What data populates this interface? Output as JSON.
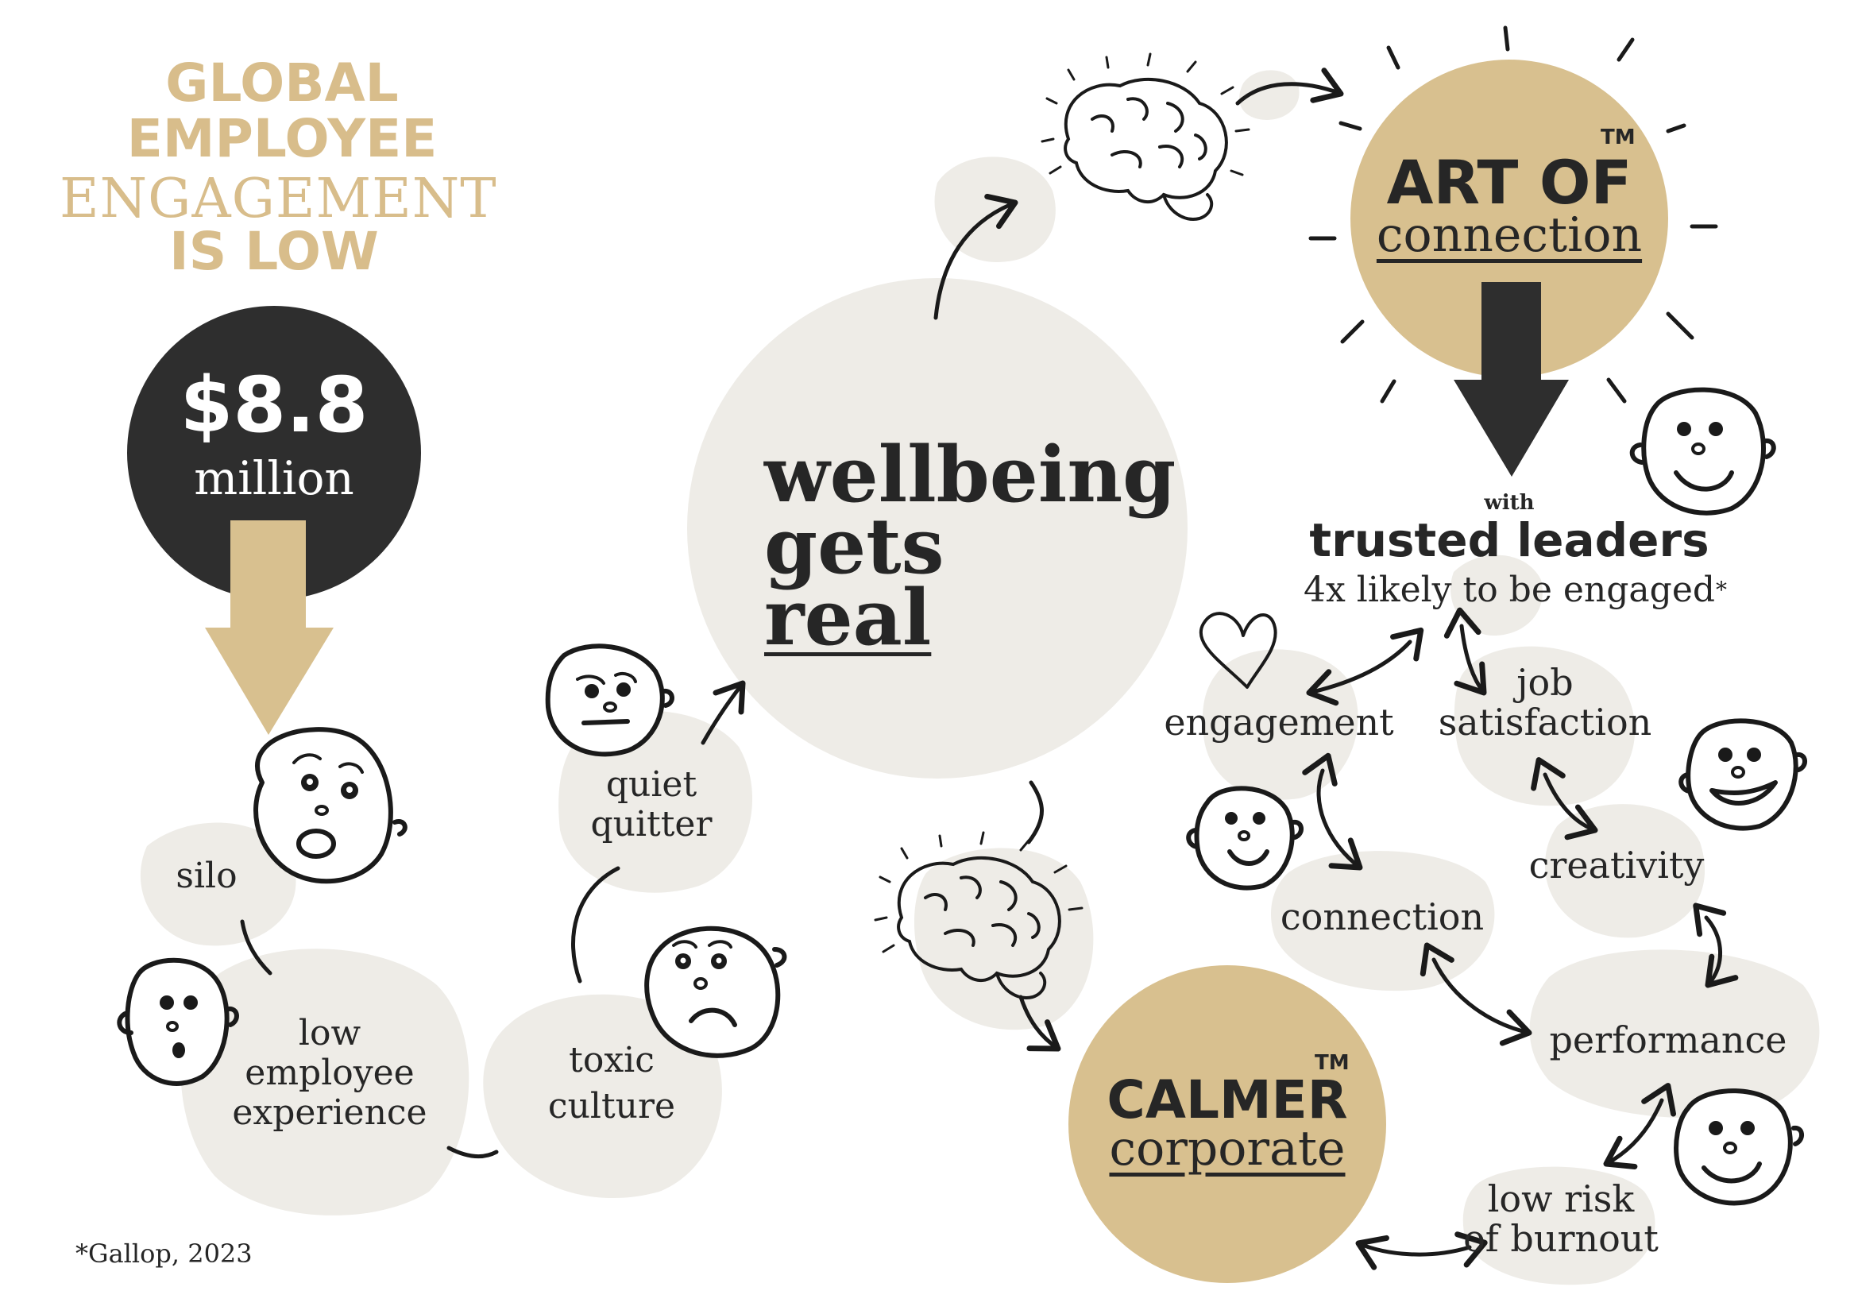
{
  "colors": {
    "gold": "#d8c08f",
    "dark": "#2e2e2e",
    "blob": "#eeece7",
    "ink": "#1a1a1a"
  },
  "headline": {
    "line1": "GLOBAL",
    "line2": "EMPLOYEE",
    "line3": "ENGAGEMENT",
    "line4": "IS LOW"
  },
  "cost": {
    "amount": "$8.8",
    "unit": "million"
  },
  "left_cycle": {
    "silo": "silo",
    "low_experience": [
      "low",
      "employee",
      "experience"
    ],
    "toxic_culture": [
      "toxic",
      "culture"
    ],
    "quiet_quitter": [
      "quiet",
      "quitter"
    ]
  },
  "center": {
    "line1": "wellbeing",
    "line2": "gets",
    "line3": "real"
  },
  "art_of_connection": {
    "title": "ART OF",
    "subtitle": "connection",
    "tm": "TM"
  },
  "trusted": {
    "with": "with",
    "title": "trusted leaders",
    "stat": "4x likely to be engaged",
    "star": "*"
  },
  "benefits": {
    "engagement": "engagement",
    "job_satisfaction": [
      "job",
      "satisfaction"
    ],
    "connection": "connection",
    "creativity": "creativity",
    "performance": "performance",
    "low_burnout": [
      "low risk",
      "of burnout"
    ]
  },
  "calmer": {
    "title": "CALMER",
    "subtitle": "corporate",
    "tm": "TM"
  },
  "footnote": "*Gallop, 2023"
}
